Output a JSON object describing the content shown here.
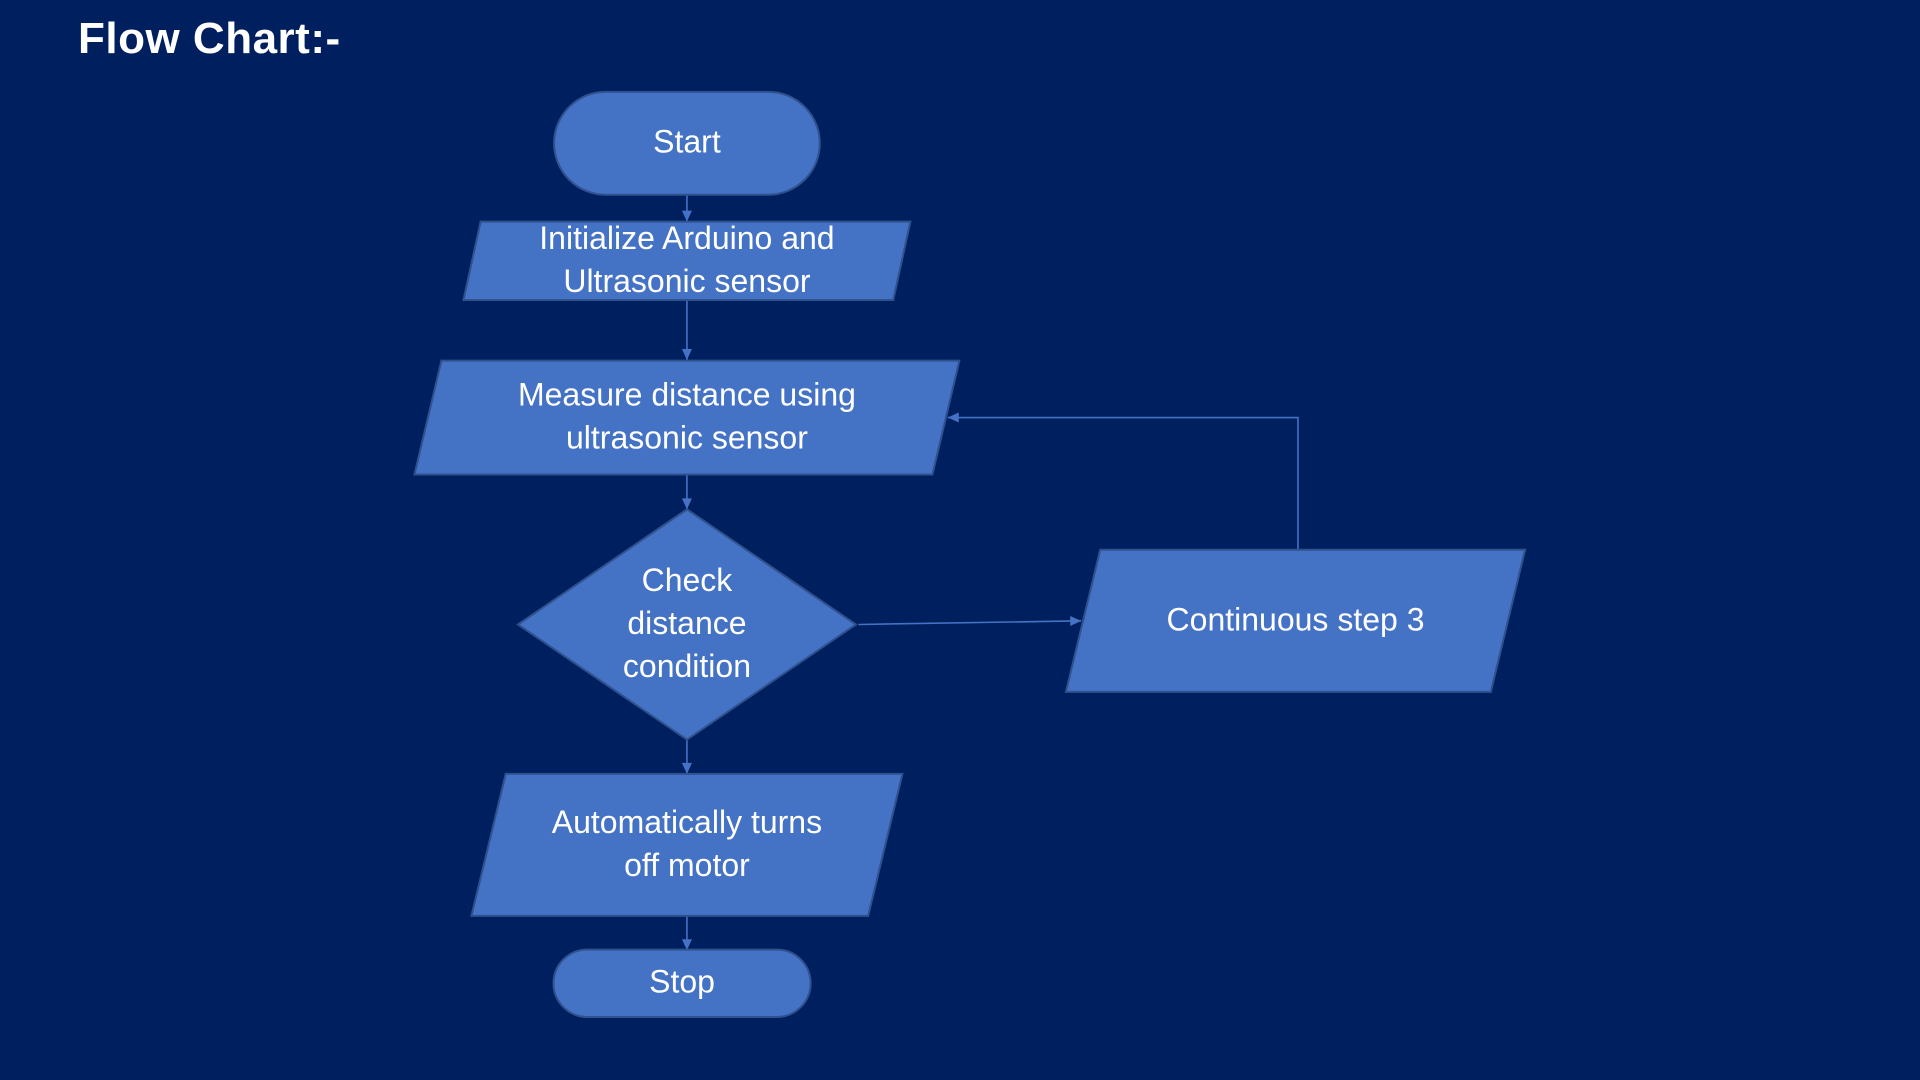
{
  "slide": {
    "title": "Flow Chart:-"
  },
  "nodes": {
    "start": {
      "shape": "terminator",
      "lines": [
        "Start"
      ]
    },
    "initialize": {
      "shape": "parallelogram",
      "lines": [
        "Initialize Arduino and",
        "Ultrasonic sensor"
      ]
    },
    "measure": {
      "shape": "parallelogram",
      "lines": [
        "Measure distance using",
        "ultrasonic sensor"
      ]
    },
    "check": {
      "shape": "decision",
      "lines": [
        "Check",
        "distance",
        "condition"
      ]
    },
    "continuous": {
      "shape": "parallelogram",
      "lines": [
        "Continuous step 3"
      ]
    },
    "motor_off": {
      "shape": "parallelogram",
      "lines": [
        "Automatically turns",
        "off motor"
      ]
    },
    "stop": {
      "shape": "terminator",
      "lines": [
        "Stop"
      ]
    }
  },
  "edges": [
    {
      "from": "start",
      "to": "initialize"
    },
    {
      "from": "initialize",
      "to": "measure"
    },
    {
      "from": "measure",
      "to": "check"
    },
    {
      "from": "check",
      "to": "continuous"
    },
    {
      "from": "continuous",
      "to": "measure"
    },
    {
      "from": "check",
      "to": "motor_off"
    },
    {
      "from": "motor_off",
      "to": "stop"
    }
  ],
  "colors": {
    "background": "#001f5f",
    "shape_fill": "#4472c4",
    "shape_border": "#2f528f",
    "connector": "#4472c4",
    "text": "#ffffff"
  }
}
